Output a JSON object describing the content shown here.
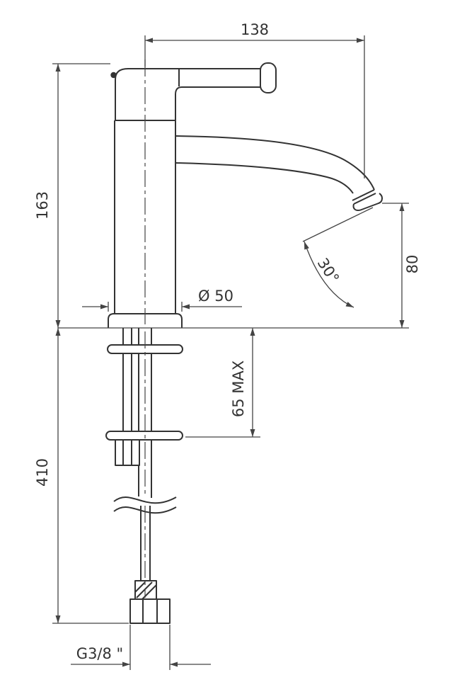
{
  "drawing": {
    "labels": {
      "spout_reach": "138",
      "body_height": "163",
      "below_deck_length": "410",
      "base_diameter": "Ø 50",
      "max_deck_thickness": "65 MAX",
      "outlet_height": "80",
      "spout_angle": "30°",
      "thread_size": "G3/8 \""
    },
    "colors": {
      "line": "#333333",
      "dimension_line": "#444444",
      "text": "#333333",
      "background": "#ffffff"
    }
  }
}
